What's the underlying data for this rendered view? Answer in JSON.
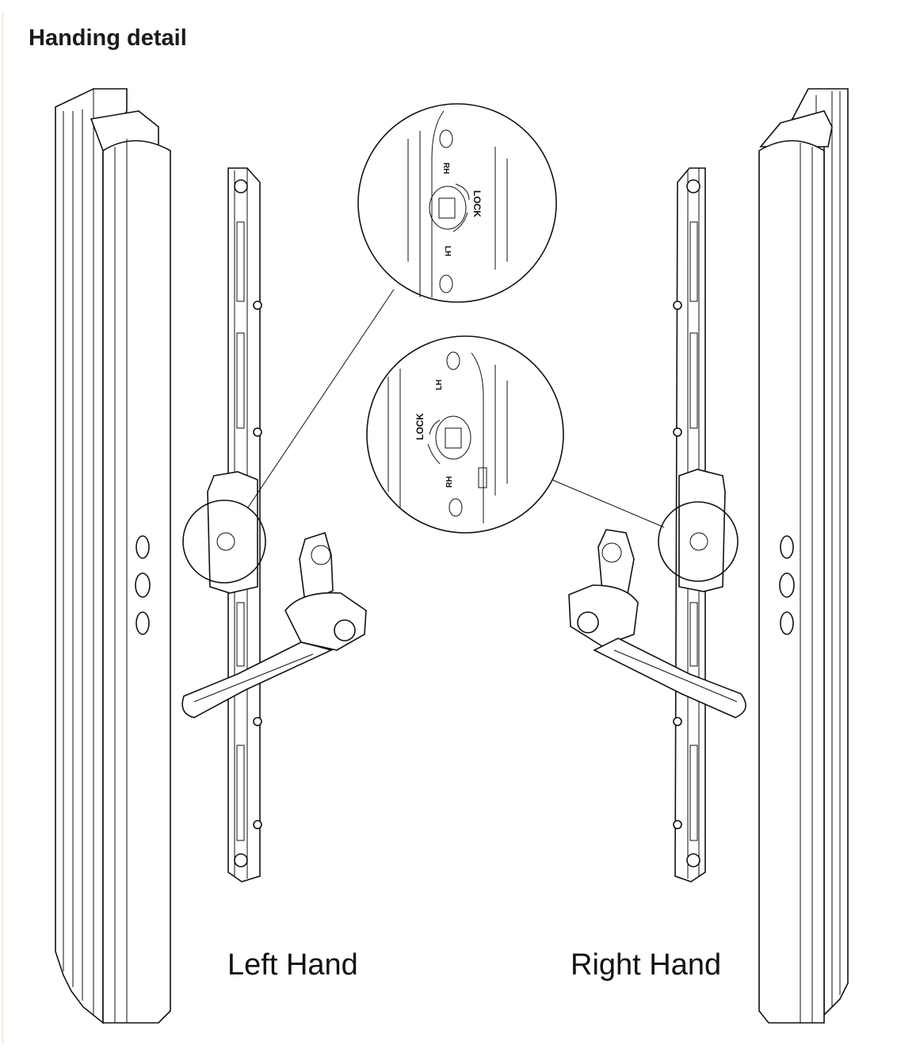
{
  "title": "Handing detail",
  "captions": {
    "left": "Left Hand",
    "right": "Right Hand"
  },
  "detail_labels": {
    "rh": "RH",
    "lock": "LOCK",
    "lh": "LH"
  }
}
